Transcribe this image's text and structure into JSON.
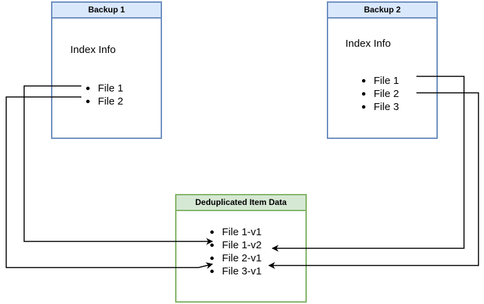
{
  "backup1": {
    "title": "Backup 1",
    "index_label": "Index Info",
    "files": [
      "File 1",
      "File 2"
    ]
  },
  "backup2": {
    "title": "Backup 2",
    "index_label": "Index Info",
    "files": [
      "File 1",
      "File 2",
      "File 3"
    ]
  },
  "dedup": {
    "title": "Deduplicated Item Data",
    "items": [
      "File 1-v1",
      "File 1-v2",
      "File 2-v1",
      "File 3-v1"
    ]
  },
  "colors": {
    "blue_border": "#6c8ebf",
    "blue_fill": "#dae8fc",
    "green_border": "#82b366",
    "green_fill": "#d5e8d4",
    "line": "#000000"
  }
}
